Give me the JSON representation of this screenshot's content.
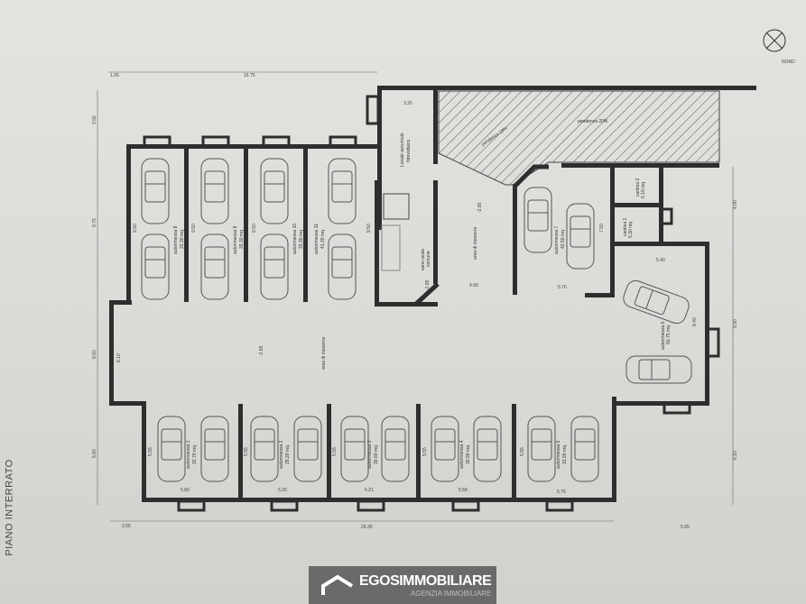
{
  "sheet": {
    "title": "PIANO INTERRATO",
    "north": "NORD"
  },
  "logo": {
    "name": "EGOSIMMOBILIARE",
    "tagline": "AGENZIA IMMOBILIARE"
  },
  "rooms": {
    "top_garages": [
      {
        "name": "autorimessa 8",
        "area": "22.30 mq",
        "dim": "9.50"
      },
      {
        "name": "autorimessa 9",
        "area": "33.30 mq",
        "dim": "9.50"
      },
      {
        "name": "autorimessa 10",
        "area": "33.30 mq",
        "dim": "9.50"
      },
      {
        "name": "autorimessa 11",
        "area": "41.30 mq",
        "dim": "9.50"
      }
    ],
    "bottom_garages": [
      {
        "name": "autorimessa 1",
        "area": "32.70 mq",
        "width": "5.80",
        "depth": "5.55"
      },
      {
        "name": "autorimessa 2",
        "area": "29.20 mq",
        "width": "5.26",
        "depth": "5.55"
      },
      {
        "name": "autorimessa 3",
        "area": "30.60 mq",
        "width": "6.21",
        "depth": "5.55"
      },
      {
        "name": "autorimessa 4",
        "area": "30.90 mq",
        "width": "5.58",
        "depth": "5.55"
      },
      {
        "name": "autorimessa 5",
        "area": "31.90 mq",
        "width": "5.75",
        "depth": "5.55"
      }
    ],
    "autorimessa7": {
      "name": "autorimessa 7",
      "area": "42.50 mq",
      "dim": "7.50",
      "width": "5.70"
    },
    "autorimessa6": {
      "name": "autorimessa 6",
      "area": "50.75 mq",
      "width": "5.40",
      "depth": "9.40"
    },
    "cantina1": {
      "name": "cantina 1",
      "area": "5.30 mq"
    },
    "cantina2": {
      "name": "cantina 2",
      "area": "6.10 mq"
    },
    "locale": {
      "line1": "Locale accumulo",
      "line2": "fotovoltaico",
      "dim": "3.25"
    },
    "scala": {
      "line1": "vano scala",
      "line2": "comune",
      "level": "-2.85"
    },
    "manovra_top": {
      "name": "area di manovra",
      "level": "-2.85",
      "dim": "4.90"
    },
    "manovra_main": {
      "name": "area di manovra",
      "level": "-2.85",
      "dim": "8.10"
    },
    "ramp": {
      "slope1": "pendenza 20%",
      "slope2": "pendenza 18%"
    }
  },
  "dimensions": {
    "top_left": "1.05",
    "top_overall": "16.75",
    "left_top": "3.56",
    "left_mid": "9.75",
    "left_manovra": "8.60",
    "left_bottom": "5.80",
    "bottom_left": "2.05",
    "bottom_overall": "29.30",
    "right_top": "4.00",
    "right_mid": "9.90",
    "right_bottom": "6.10",
    "bottom_right": "5.05"
  }
}
